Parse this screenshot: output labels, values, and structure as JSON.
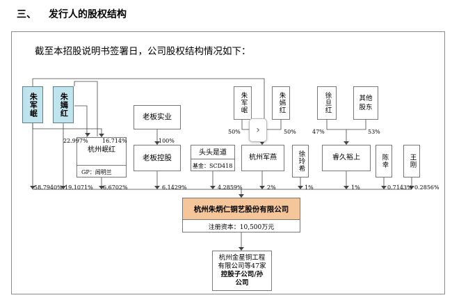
{
  "section": {
    "number": "三、",
    "title": "发行人的股权结构"
  },
  "intro": "截至本招股说明书签署日，公司股权结构情况如下：",
  "shareholders": {
    "zhujunmin": "朱军岷",
    "zhuyanhong": "朱嫣红",
    "minhong": "杭州岷红",
    "minhong_gp": "GP：闾明兰",
    "laoban_shiye": "老板实业",
    "laoban_konggu": "老板控股",
    "toutou": "头头是道",
    "toutou_fund": "基金：SCD418",
    "jy_zhujunmin": "朱军岷",
    "jy_zhuyanhong": "朱嫣红",
    "junyan": "杭州军燕",
    "xulingxi": "徐玲希",
    "xudanhong": "徐旦红",
    "qita": "其他股东",
    "chunjiuyu": "睿久裕上",
    "chenxing": "陈幸",
    "wanggang": "王刚"
  },
  "percentages": {
    "zjm_to_minhong": "16.714%",
    "zyh_to_minhong": "22.997%",
    "shiye_to_konggu": "100%",
    "zjm_to_junyan": "50%",
    "zyh_to_junyan": "50%",
    "xu_to_chun": "47%",
    "qita_to_chun": "53%",
    "zjm_issuer": "58.7940%",
    "zyh_issuer": "19.1071%",
    "minhong_issuer": "6.6702%",
    "konggu_issuer": "6.1429%",
    "toutou_issuer": "4.2859%",
    "junyan_issuer": "2%",
    "xulingxi_issuer": "1%",
    "chun_issuer": "1%",
    "chenxing_issuer": "0.7143%",
    "wanggang_issuer": "0.2856%"
  },
  "issuer": {
    "name": "杭州朱炳仁铜艺股份有限公司",
    "capital": "注册资本：10,500万元"
  },
  "subsidiaries": {
    "line1": "杭州金星铜工程",
    "line2": "有限公司等47家",
    "line3": "控股子公司/孙",
    "line4": "公司"
  },
  "nav": {
    "next_label": "›"
  }
}
